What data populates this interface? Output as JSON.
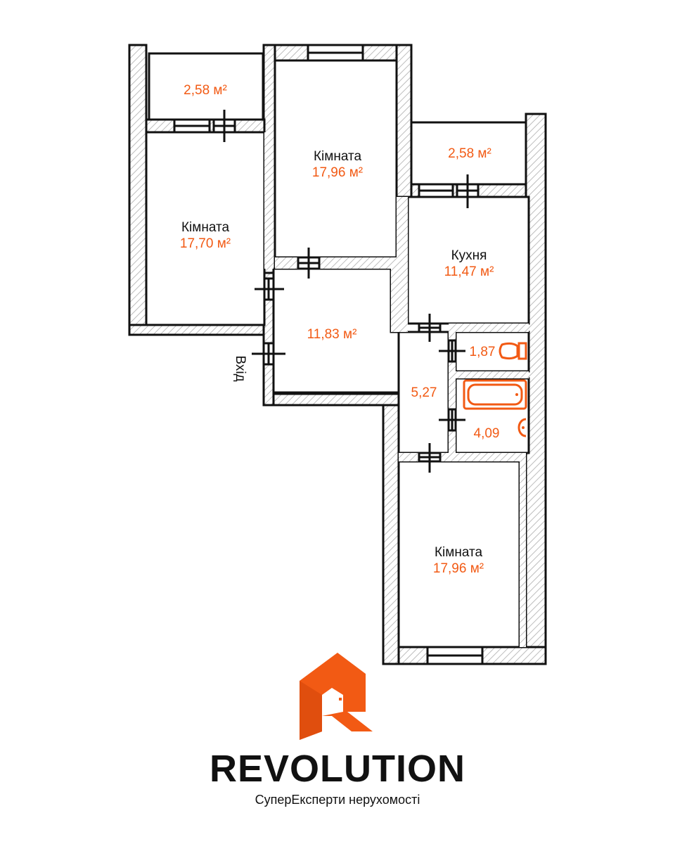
{
  "colors": {
    "accent": "#f25a14",
    "line": "#111111",
    "wall_hatch": "#c8c8c8"
  },
  "rooms": {
    "balcony_left": {
      "area": "2,58 м²"
    },
    "room_left": {
      "name": "Кімната",
      "area": "17,70 м²"
    },
    "room_top": {
      "name": "Кімната",
      "area": "17,96 м²"
    },
    "balcony_right": {
      "area": "2,58 м²"
    },
    "kitchen": {
      "name": "Кухня",
      "area": "11,47 м²"
    },
    "hall": {
      "area": "11,83 м²"
    },
    "toilet": {
      "area": "1,87"
    },
    "corridor": {
      "area": "5,27"
    },
    "bathroom": {
      "area": "4,09"
    },
    "room_bottom": {
      "name": "Кімната",
      "area": "17,96 м²"
    }
  },
  "entrance_label": "Вхід",
  "brand": {
    "name": "REVOLUTION",
    "tagline": "СуперЕксперти нерухомості",
    "logo_icon": "house-door-logo-icon"
  }
}
